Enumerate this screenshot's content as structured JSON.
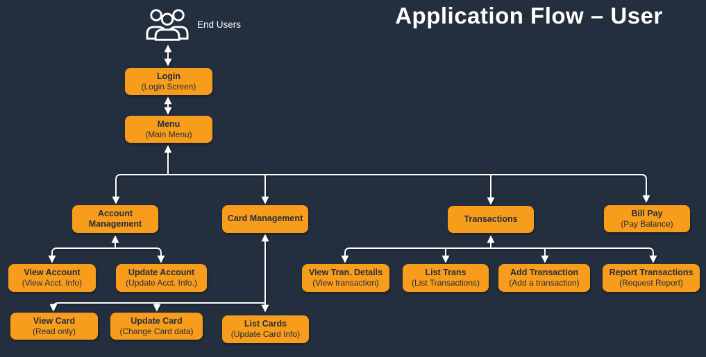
{
  "title": "Application Flow – User",
  "actor": {
    "label": "End Users",
    "icon": "end-users-group-icon"
  },
  "colors": {
    "background": "#232F3E",
    "node_fill": "#F89C1C",
    "node_text": "#232F3E",
    "connector": "#FFFFFF",
    "title_text": "#FFFFFF"
  },
  "nodes": [
    {
      "id": "login",
      "title": "Login",
      "subtitle": "(Login Screen)"
    },
    {
      "id": "menu",
      "title": "Menu",
      "subtitle": "(Main Menu)"
    },
    {
      "id": "account-management",
      "title": "Account Management",
      "subtitle": ""
    },
    {
      "id": "card-management",
      "title": "Card Management",
      "subtitle": ""
    },
    {
      "id": "transactions",
      "title": "Transactions",
      "subtitle": ""
    },
    {
      "id": "bill-pay",
      "title": "Bill Pay",
      "subtitle": "(Pay Balance)"
    },
    {
      "id": "view-account",
      "title": "View Account",
      "subtitle": "(View Acct. Info)"
    },
    {
      "id": "update-account",
      "title": "Update Account",
      "subtitle": "(Update Acct. Info.)"
    },
    {
      "id": "view-card",
      "title": "View Card",
      "subtitle": "(Read only)"
    },
    {
      "id": "update-card",
      "title": "Update Card",
      "subtitle": "(Change Card data)"
    },
    {
      "id": "list-cards",
      "title": "List Cards",
      "subtitle": "(Update Card Info)"
    },
    {
      "id": "view-tran-details",
      "title": "View Tran. Details",
      "subtitle": "(View transaction)"
    },
    {
      "id": "list-trans",
      "title": "List Trans",
      "subtitle": "(List Transactions)"
    },
    {
      "id": "add-transaction",
      "title": "Add Transaction",
      "subtitle": "(Add a transaction)"
    },
    {
      "id": "report-transactions",
      "title": "Report Transactions",
      "subtitle": "(Request Report)"
    }
  ]
}
